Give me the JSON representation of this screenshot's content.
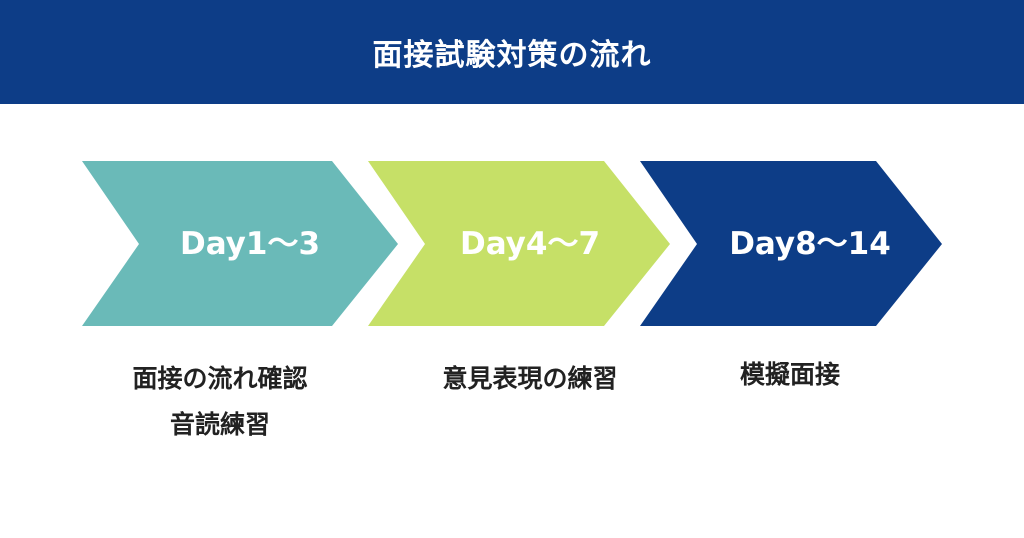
{
  "title": "面接試験対策の流れ",
  "steps": [
    {
      "label": "Day1〜3",
      "color": "#6abab8",
      "desc": [
        "面接の流れ確認",
        "音読練習"
      ]
    },
    {
      "label": "Day4〜7",
      "color": "#c6e067",
      "desc": [
        "意見表現の練習"
      ]
    },
    {
      "label": "Day8〜14",
      "color": "#0d3d87",
      "desc": [
        "模擬面接"
      ]
    }
  ]
}
